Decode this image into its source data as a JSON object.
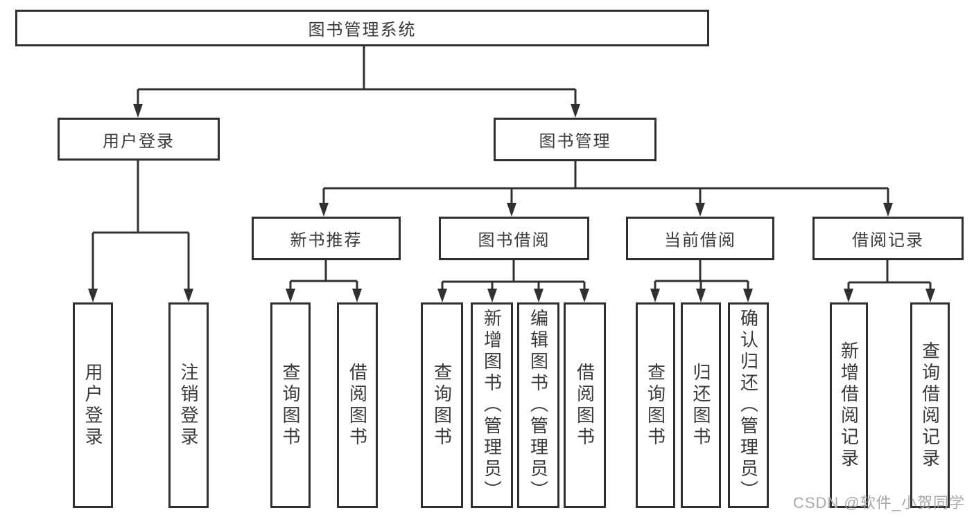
{
  "nodes": {
    "root": "图书管理系统",
    "user_login": "用户登录",
    "book_management": "图书管理",
    "new_book_recommend": "新书推荐",
    "book_borrowing": "图书借阅",
    "current_borrowing": "当前借阅",
    "borrowing_records": "借阅记录",
    "ul_login": "用户登录",
    "ul_logout": "注销登录",
    "nb_query_books": "查询图书",
    "nb_borrow_books": "借阅图书",
    "bb_query_books": "查询图书",
    "bb_add_books_admin": "新增图书（管理员）",
    "bb_edit_books_admin": "编辑图书（管理员）",
    "bb_borrow_books": "借阅图书",
    "cb_query_books": "查询图书",
    "cb_return_books": "归还图书",
    "cb_confirm_return_admin": "确认归还（管理员）",
    "br_add_record": "新增借阅记录",
    "br_query_record": "查询借阅记录"
  },
  "watermark": "CSDN @软件_小贺同学",
  "colors": {
    "line": "#303030",
    "box_border": "#303030",
    "box_fill": "#ffffff",
    "text": "#3a3a3a",
    "watermark": "#a9a9a9",
    "background": "#ffffff"
  }
}
